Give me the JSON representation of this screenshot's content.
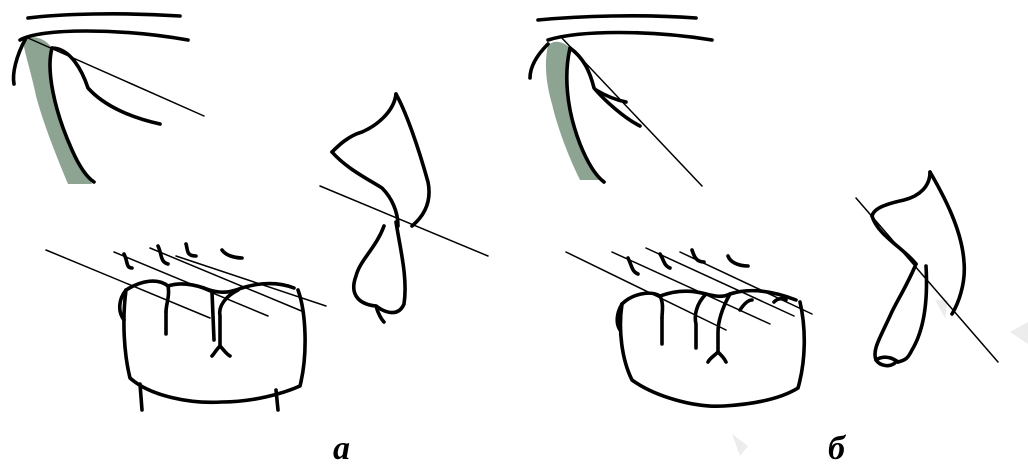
{
  "figure": {
    "panels": [
      {
        "id": "a",
        "label": "а"
      },
      {
        "id": "b",
        "label": "б"
      }
    ],
    "colors": {
      "line": "#000000",
      "mucosa_fill": "#8ea493",
      "background": "#ffffff",
      "watermark_corner": "#ececec"
    }
  }
}
